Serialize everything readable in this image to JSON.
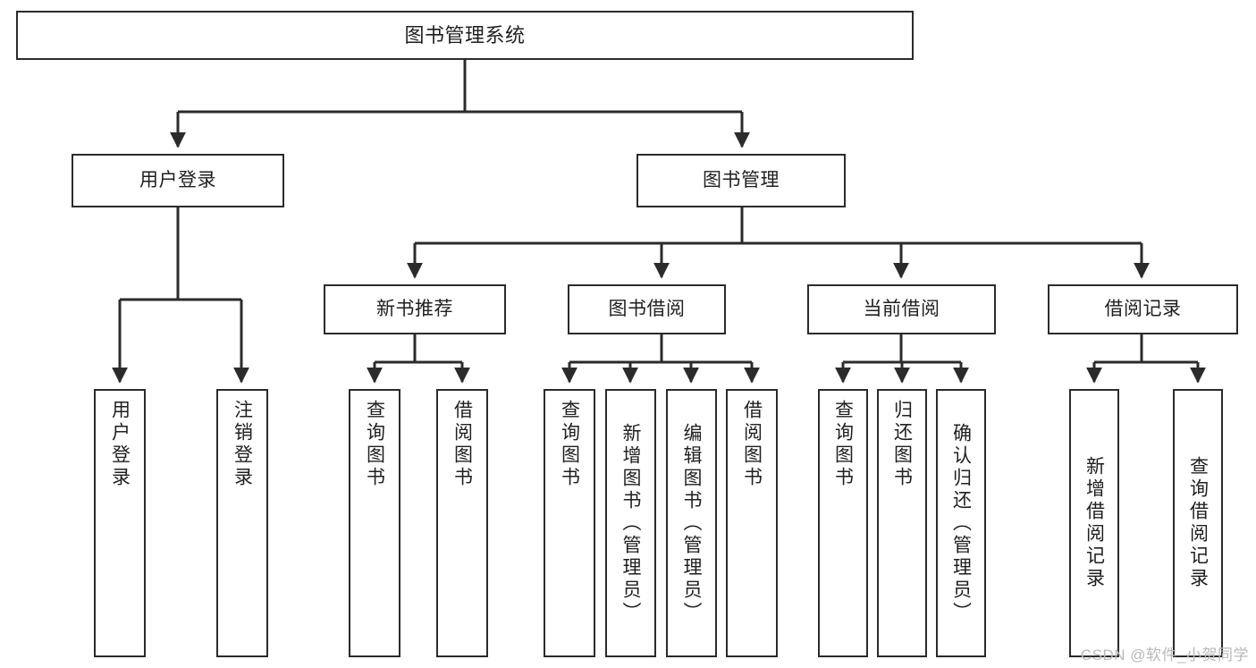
{
  "diagram": {
    "title": "图书管理系统",
    "type": "tree-hierarchy-functional-structure",
    "watermark": "CSDN @软件_小贺同学",
    "colors": {
      "stroke": "#2b2b2b",
      "fill": "#ffffff",
      "text": "#1f1f1f",
      "watermark": "#b9b9b9",
      "background": "#ffffff"
    },
    "nodes": {
      "root": {
        "label": "图书管理系统"
      },
      "level1": [
        {
          "id": "user-login",
          "label": "用户登录"
        },
        {
          "id": "book-management",
          "label": "图书管理"
        }
      ],
      "level2": [
        {
          "id": "new-book-recommend",
          "label": "新书推荐",
          "parent": "book-management"
        },
        {
          "id": "book-borrow",
          "label": "图书借阅",
          "parent": "book-management"
        },
        {
          "id": "current-borrow",
          "label": "当前借阅",
          "parent": "book-management"
        },
        {
          "id": "borrow-record",
          "label": "借阅记录",
          "parent": "book-management"
        }
      ],
      "leaves": {
        "user-login": [
          {
            "id": "leaf-user-login",
            "label": "用户登录"
          },
          {
            "id": "leaf-user-logout",
            "label": "注销登录"
          }
        ],
        "new-book-recommend": [
          {
            "id": "leaf-query-book-1",
            "label": "查询图书"
          },
          {
            "id": "leaf-borrow-book-1",
            "label": "借阅图书"
          }
        ],
        "book-borrow": [
          {
            "id": "leaf-query-book-2",
            "label": "查询图书"
          },
          {
            "id": "leaf-add-book",
            "label": "新增图书（管理员）"
          },
          {
            "id": "leaf-edit-book",
            "label": "编辑图书（管理员）"
          },
          {
            "id": "leaf-borrow-book-2",
            "label": "借阅图书"
          }
        ],
        "current-borrow": [
          {
            "id": "leaf-query-book-3",
            "label": "查询图书"
          },
          {
            "id": "leaf-return-book",
            "label": "归还图书"
          },
          {
            "id": "leaf-confirm-return",
            "label": "确认归还（管理员）"
          }
        ],
        "borrow-record": [
          {
            "id": "leaf-add-record",
            "label": "新增借阅记录"
          },
          {
            "id": "leaf-query-record",
            "label": "查询借阅记录"
          }
        ]
      }
    }
  }
}
